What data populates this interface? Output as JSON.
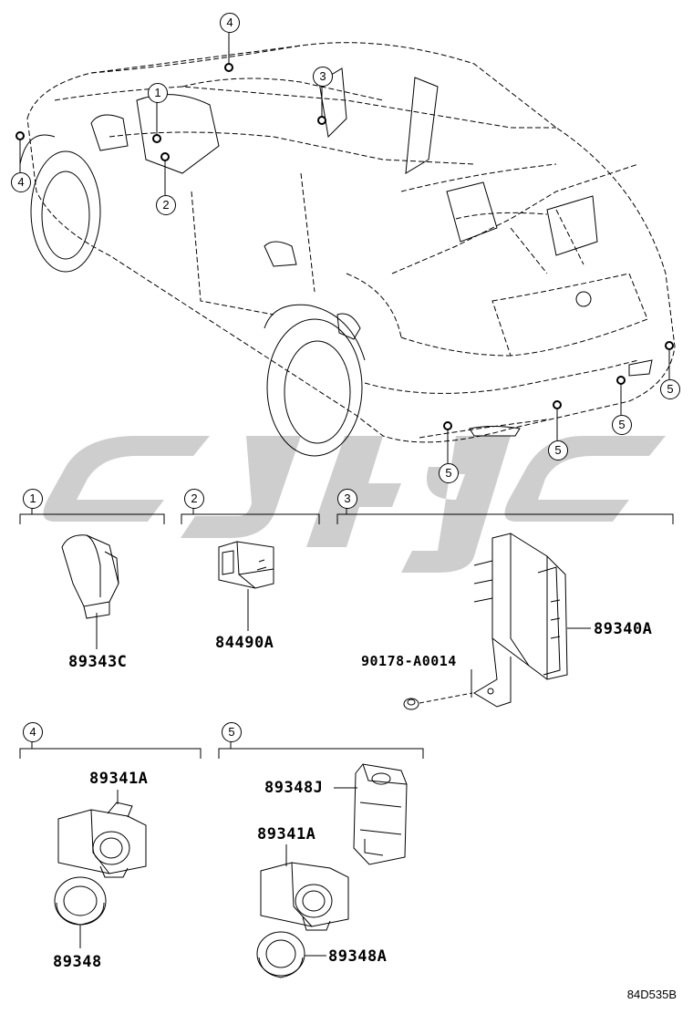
{
  "callouts": {
    "c1": "1",
    "c2": "2",
    "c3": "3",
    "c4": "4",
    "c5": "5"
  },
  "sections": [
    {
      "id": "1",
      "parts": [
        "89343C"
      ]
    },
    {
      "id": "2",
      "parts": [
        "84490A"
      ]
    },
    {
      "id": "3",
      "parts": [
        "89340A",
        "90178-A0014"
      ]
    },
    {
      "id": "4",
      "parts": [
        "89341A",
        "89348"
      ]
    },
    {
      "id": "5",
      "parts": [
        "89348J",
        "89341A",
        "89348A"
      ]
    }
  ],
  "labels": {
    "p89343C": "89343C",
    "p84490A": "84490A",
    "p89340A": "89340A",
    "p90178": "90178-A0014",
    "p89341A_s4": "89341A",
    "p89348": "89348",
    "p89348J": "89348J",
    "p89341A_s5": "89341A",
    "p89348A": "89348A"
  },
  "diagram_code": "84D535B"
}
